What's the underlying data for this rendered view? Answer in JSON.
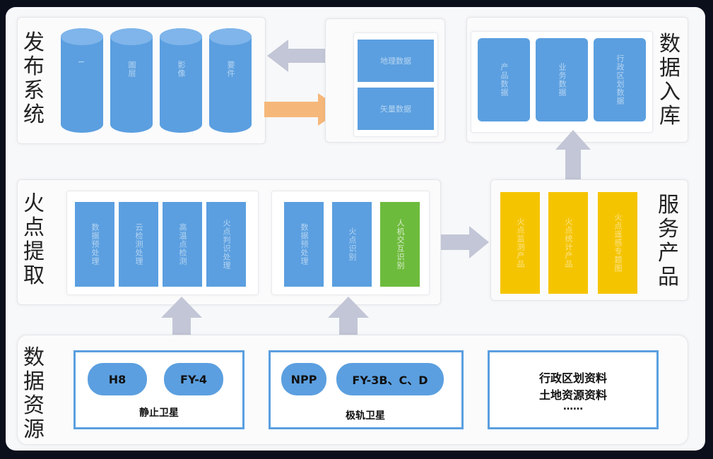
{
  "sections": {
    "publish": "发布系统",
    "storage": "数据入库",
    "extraction": "火点提取",
    "service": "服务产品",
    "sources": "数据资源"
  },
  "publish": {
    "cylinders": [
      "I",
      "圖层",
      "影像",
      "要件"
    ]
  },
  "middle_boxes": [
    "地理数据",
    "矢量数据"
  ],
  "storage": {
    "boxes": [
      "产品数据",
      "业务数据",
      "行政区划数据"
    ]
  },
  "extraction": {
    "group1": [
      "数据预处理",
      "云检测处理",
      "高温点检测",
      "火点判识处理"
    ],
    "group2": [
      "数据预处理",
      "火点识别"
    ],
    "group2_green": "人机交互识别"
  },
  "service": {
    "boxes": [
      "火点监测产品",
      "火点统计产品",
      "火点遥感专题图"
    ]
  },
  "sources": {
    "geo": {
      "pills": [
        "H8",
        "FY-4"
      ],
      "caption": "静止卫星"
    },
    "polar": {
      "pills": [
        "NPP",
        "FY-3B、C、D"
      ],
      "caption": "极轨卫星"
    },
    "other": {
      "lines": [
        "行政区划资料",
        "土地资源资料",
        "……"
      ]
    }
  },
  "colors": {
    "blue": "#5b9fe0",
    "green": "#6dbb3c",
    "yellow": "#f5c400",
    "orange_arrow": "#f6b87a",
    "gray_arrow": "#c3c6d6"
  }
}
